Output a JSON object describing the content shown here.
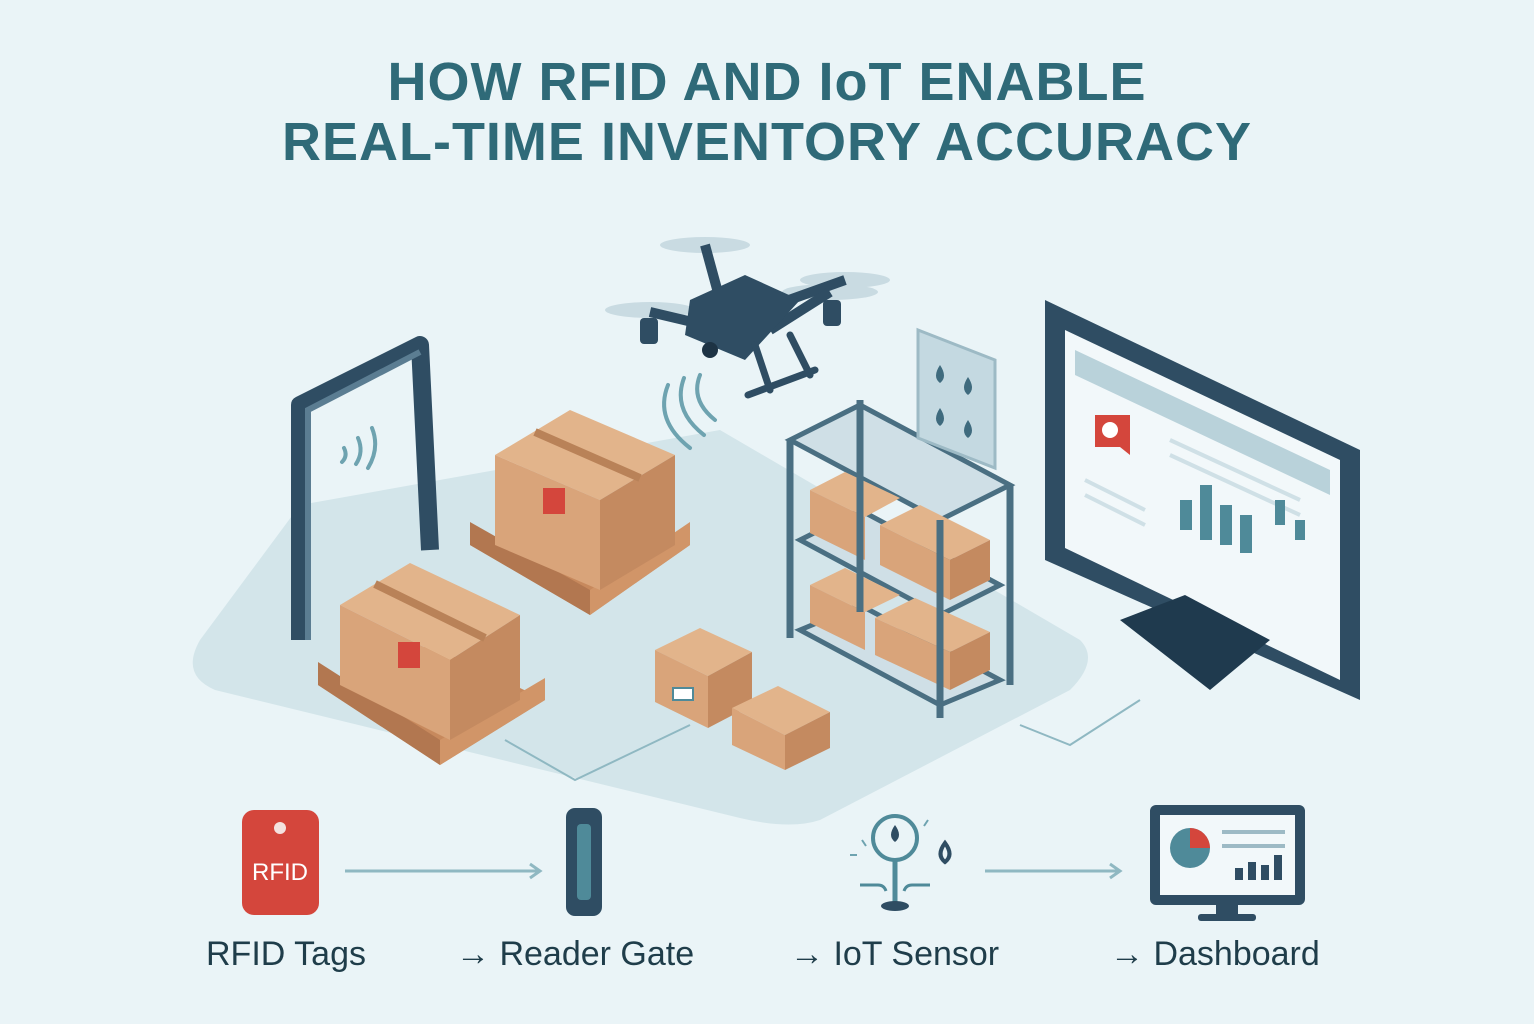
{
  "title": {
    "line1": "HOW RFID AND IoT ENABLE",
    "line2": "REAL-TIME INVENTORY ACCURACY"
  },
  "colors": {
    "background": "#eaf4f7",
    "title": "#2f6a78",
    "navy": "#2f4d63",
    "teal": "#4f8a99",
    "box": "#d9a47a",
    "pallet": "#c7895d",
    "red": "#d4463c"
  },
  "flow": {
    "steps": [
      {
        "label": "RFID Tags",
        "icon": "rfid-tag-icon"
      },
      {
        "label": "→ Reader Gate",
        "icon": "reader-gate-icon"
      },
      {
        "label": "→ IoT Sensor",
        "icon": "iot-sensor-icon"
      },
      {
        "label": "→ Dashboard",
        "icon": "dashboard-icon"
      }
    ],
    "tag_text": "RFID"
  }
}
